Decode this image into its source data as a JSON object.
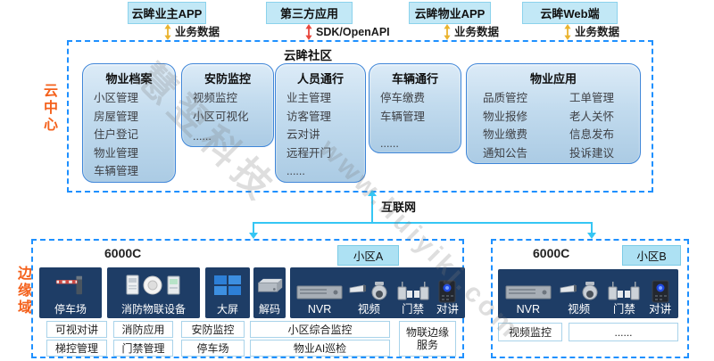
{
  "watermark": {
    "brand": "慧翌科技",
    "url": "www.huiyikj.com"
  },
  "colors": {
    "dashed_border": "#1e90ff",
    "connector_line": "#35c6f4",
    "zone_label": "#f4611c",
    "arrow_yellow": "#eab32e",
    "arrow_red": "#e8463c",
    "app_box_fill": "#c2e8f6",
    "module_border": "#3f86d8",
    "tile_bg": "#1e3d66"
  },
  "top_apps": [
    {
      "label": "云眸业主APP",
      "link": "业务数据"
    },
    {
      "label": "第三方应用",
      "link": "SDK/OpenAPI"
    },
    {
      "label": "云眸物业APP",
      "link": "业务数据"
    },
    {
      "label": "云眸Web端",
      "link": "业务数据"
    }
  ],
  "cloud": {
    "zone_label": "云中心",
    "title": "云眸社区",
    "modules": [
      {
        "title": "物业档案",
        "items": [
          "小区管理",
          "房屋管理",
          "住户登记",
          "物业管理",
          "车辆管理"
        ]
      },
      {
        "title": "安防监控",
        "items": [
          "视频监控",
          "小区可视化",
          "......"
        ]
      },
      {
        "title": "人员通行",
        "items": [
          "业主管理",
          "访客管理",
          "云对讲",
          "远程开门",
          "......"
        ]
      },
      {
        "title": "车辆通行",
        "items": [
          "停车缴费",
          "车辆管理",
          "......"
        ]
      },
      {
        "title": "物业应用",
        "columns": [
          [
            "品质管控",
            "物业报修",
            "物业缴费",
            "通知公告"
          ],
          [
            "工单管理",
            "老人关怀",
            "信息发布",
            "投诉建议"
          ]
        ]
      }
    ]
  },
  "connector": {
    "label": "互联网"
  },
  "edge": {
    "zone_label": "边缘域",
    "sites": [
      {
        "device_label": "6000C",
        "site_label": "小区A",
        "tiles": [
          {
            "label": "停车场",
            "icon": "barrier-gate-icon"
          },
          {
            "label": "消防物联设备",
            "icon": "fire-devices-icon"
          },
          {
            "label": "大屏",
            "icon": "video-wall-icon"
          },
          {
            "label": "解码",
            "icon": "decoder-icon"
          }
        ],
        "device_group": [
          {
            "label": "NVR",
            "icon": "nvr-icon"
          },
          {
            "label": "视频",
            "icon": "camera-icon"
          },
          {
            "label": "门禁",
            "icon": "turnstile-icon"
          },
          {
            "label": "对讲",
            "icon": "intercom-icon"
          }
        ],
        "apps_row1": [
          "可视对讲",
          "消防应用",
          "安防监控",
          "小区综合监控"
        ],
        "apps_row2": [
          "梯控管理",
          "门禁管理",
          "停车场",
          "物业AI巡检"
        ],
        "edge_service": "物联边缘服务"
      },
      {
        "device_label": "6000C",
        "site_label": "小区B",
        "device_group": [
          {
            "label": "NVR",
            "icon": "nvr-icon"
          },
          {
            "label": "视频",
            "icon": "camera-icon"
          },
          {
            "label": "门禁",
            "icon": "turnstile-icon"
          },
          {
            "label": "对讲",
            "icon": "intercom-icon"
          }
        ],
        "apps": [
          "视频监控",
          "......"
        ]
      }
    ]
  }
}
